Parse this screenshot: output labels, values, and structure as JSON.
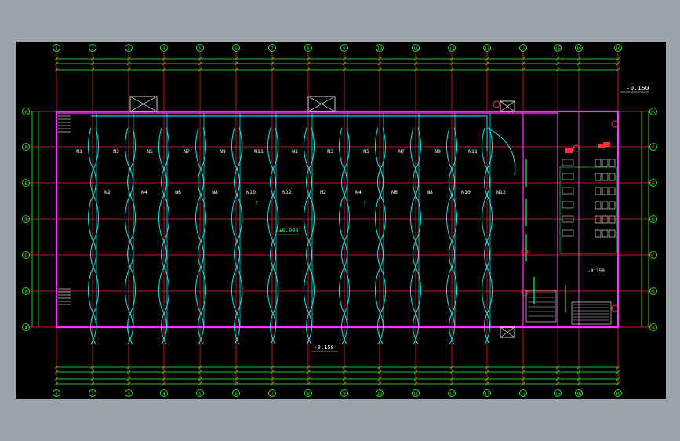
{
  "colors": {
    "window_bg": "#9ba3ab",
    "canvas_bg": "#000000",
    "axis_line": "#ff2040",
    "dimension_line": "#33ff33",
    "wall": "#ff33ff",
    "circuit": "#00ffff",
    "text": "#ffffff",
    "room_detail": "#00ff66",
    "equipment": "#ff3333"
  },
  "column_axes": [
    "1",
    "2",
    "3",
    "4",
    "5",
    "6",
    "7",
    "8",
    "9",
    "10",
    "11",
    "12",
    "13",
    "14",
    "15",
    "16"
  ],
  "row_axes": [
    "G",
    "F",
    "E",
    "D",
    "C",
    "B",
    "A"
  ],
  "elevations": {
    "top_right": "-0.150",
    "center": "±0.000",
    "bottom": "-0.150",
    "room": "-0.150"
  },
  "circuit_labels_upper": [
    "N1",
    "N3",
    "N5",
    "N7",
    "N9",
    "N11",
    "N1",
    "N3",
    "N5",
    "N7",
    "N9",
    "N11"
  ],
  "circuit_labels_lower": [
    "N2",
    "N4",
    "N6",
    "N8",
    "N10",
    "N12",
    "N2",
    "N4",
    "N6",
    "N8",
    "N10",
    "N12"
  ],
  "question_marks": [
    "?",
    "?"
  ]
}
